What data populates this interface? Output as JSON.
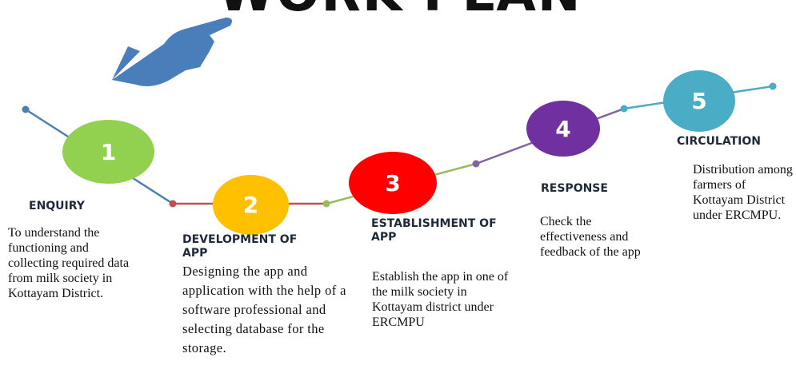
{
  "title": "WORK PLAN",
  "steps": [
    {
      "number": "1",
      "title": "ENQUIRY",
      "description": "To understand the functioning and collecting required data from milk society in Kottayam District.",
      "color": "#92d050"
    },
    {
      "number": "2",
      "title": "DEVELOPMENT OF APP",
      "description": "Designing the app and application with the help of a software professional and selecting database for the storage.",
      "color": "#ffc000"
    },
    {
      "number": "3",
      "title": "ESTABLISHMENT OF APP",
      "description": "Establish the app in one of the milk society in Kottayam district under ERCMPU",
      "color": "#ff0000"
    },
    {
      "number": "4",
      "title": "RESPONSE",
      "description": "Check the effectiveness and feedback of the app",
      "color": "#7030a0"
    },
    {
      "number": "5",
      "title": "CIRCULATION",
      "description": "Distribution among farmers of Kottayam District under ERCMPU.",
      "color": "#4bacc6"
    }
  ],
  "pointer_icon": "pointing-hand-icon",
  "line_colors": [
    "#4a7ebb",
    "#c0504d",
    "#9bbb59",
    "#8064a2",
    "#4bacc6"
  ]
}
